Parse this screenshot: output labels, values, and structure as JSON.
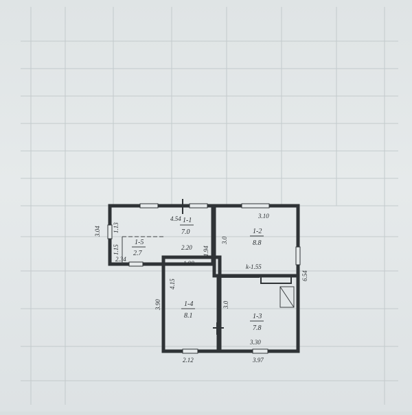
{
  "rooms": [
    {
      "id": "1-1",
      "area": "7.0"
    },
    {
      "id": "1-2",
      "area": "8.8"
    },
    {
      "id": "1-3",
      "area": "7.8"
    },
    {
      "id": "1-4",
      "area": "8.1"
    },
    {
      "id": "1-5",
      "area": "2.7"
    }
  ],
  "dimensions": {
    "d1": "4.54",
    "d2": "3.10",
    "d3": "3.04",
    "d4": "1.13",
    "d5": "1.15",
    "d6": "2.34",
    "d7": "2.20",
    "d8": "1.98",
    "d9": "1.94",
    "d10": "3.0",
    "d11": "6.54",
    "d12": "1.55",
    "d13": "4.15",
    "d14": "3.90",
    "d15": "3.0",
    "d16": "3.30",
    "d17": "2.12",
    "d18": "3.97"
  },
  "stair_label_prefix": "k-"
}
